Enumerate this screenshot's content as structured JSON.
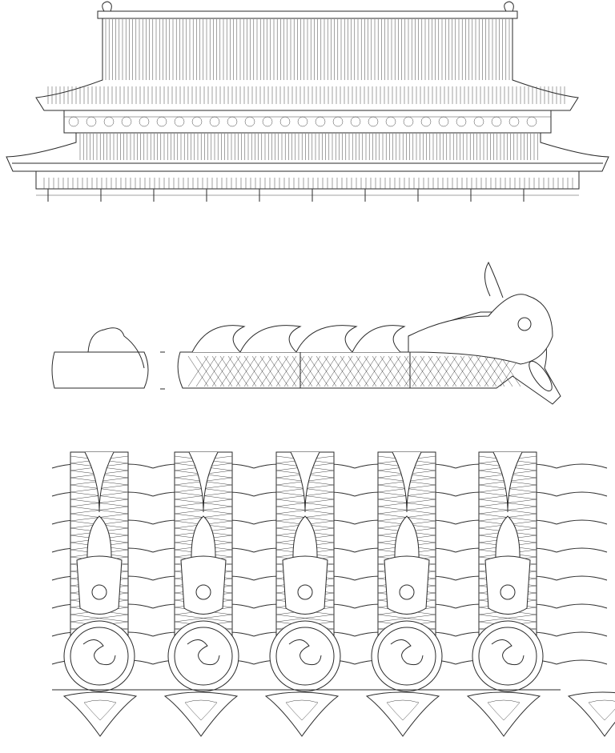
{
  "drawing": {
    "sections": [
      "palace-roof-elevation",
      "ridge-dragon-ornament",
      "eave-tile-pattern"
    ],
    "eave_columns": 5
  },
  "colors": {
    "line": "#2a2a2a",
    "background": "#ffffff"
  }
}
